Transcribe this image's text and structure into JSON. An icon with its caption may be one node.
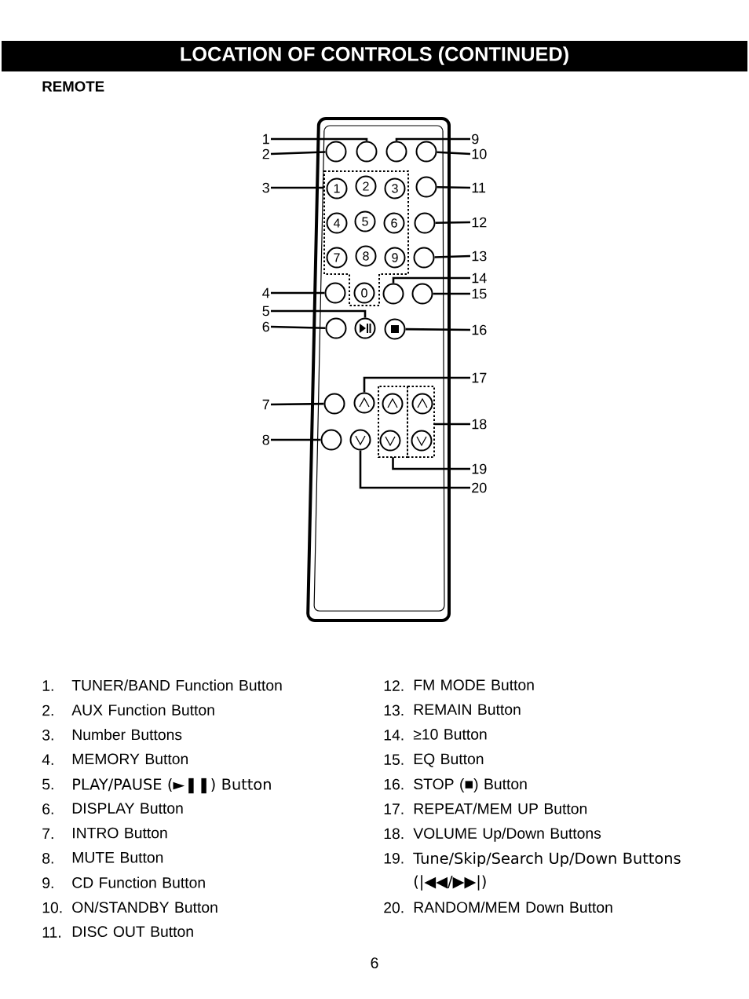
{
  "diagram": {
    "title": "LOCATION OF CONTROLS (CONTINUED)",
    "nodes": [
      {
        "text": [
          "1"
        ]
      },
      {
        "text": [
          "2"
        ]
      },
      {
        "text": [
          "3"
        ]
      },
      {
        "text": [
          "4"
        ]
      },
      {
        "text": [
          "5"
        ]
      },
      {
        "text": [
          "6"
        ]
      },
      {
        "text": [
          "7"
        ]
      },
      {
        "text": [
          "8"
        ]
      },
      {
        "text": [
          "9"
        ]
      },
      {
        "text": [
          "10"
        ]
      },
      {
        "text": [
          "11"
        ]
      },
      {
        "text": [
          "12"
        ]
      },
      {
        "text": [
          "13"
        ]
      },
      {
        "text": [
          "14"
        ]
      },
      {
        "text": [
          "15"
        ]
      },
      {
        "text": [
          "16"
        ]
      },
      {
        "text": [
          "17"
        ]
      },
      {
        "text": [
          "18"
        ]
      },
      {
        "text": [
          "19"
        ]
      },
      {
        "text": [
          "20"
        ]
      },
      {
        "text": [],
        "shape": "circle"
      },
      {
        "text": [],
        "shape": "circle"
      },
      {
        "text": [],
        "shape": "circle"
      },
      {
        "text": [],
        "shape": "circle"
      },
      {
        "text": [],
        "shape": "box"
      },
      {
        "text": [
          "1"
        ],
        "in": 24
      },
      {
        "text": [
          "2"
        ],
        "in": 24
      },
      {
        "text": [
          "3"
        ],
        "in": 24
      },
      {
        "text": [],
        "shape": "circle"
      },
      {
        "text": [
          "4"
        ],
        "in": 24
      },
      {
        "text": [
          "5"
        ],
        "in": 24
      },
      {
        "text": [
          "6"
        ],
        "in": 24
      },
      {
        "text": [],
        "shape": "circle"
      },
      {
        "text": [
          "7"
        ],
        "in": 24
      },
      {
        "text": [
          "8"
        ],
        "in": 24
      },
      {
        "text": [
          "9"
        ],
        "in": 24
      },
      {
        "text": [],
        "shape": "circle"
      },
      {
        "text": [],
        "shape": "circle"
      },
      {
        "text": [
          "0"
        ],
        "in": 24
      },
      {
        "text": [],
        "shape": "circle"
      },
      {
        "text": [],
        "shape": "circle"
      },
      {
        "text": [],
        "shape": "circle"
      },
      {
        "text": [],
        "shape": "circle"
      },
      {
        "text": [],
        "shape": "circle"
      },
      {
        "text": [],
        "shape": "circle"
      },
      {
        "text": [],
        "shape": "circle"
      },
      {
        "text": [],
        "shape": "box"
      },
      {
        "text": [],
        "shape": "box"
      },
      {
        "text": [],
        "shape": "circle",
        "in": 46
      },
      {
        "text": [],
        "shape": "circle",
        "in": 47
      },
      {
        "text": [],
        "shape": "circle"
      },
      {
        "text": [],
        "shape": "circle"
      },
      {
        "text": [],
        "shape": "circle",
        "in": 46
      },
      {
        "text": [],
        "shape": "circle",
        "in": 47
      }
    ],
    "edges": [
      {
        "from": 0,
        "to": 21,
        "arrow": "none"
      },
      {
        "from": 1,
        "to": 20,
        "arrow": "none"
      },
      {
        "from": 2,
        "to": 24,
        "arrow": "none"
      },
      {
        "from": 3,
        "to": 37,
        "arrow": "none"
      },
      {
        "from": 4,
        "to": 42,
        "arrow": "none"
      },
      {
        "from": 5,
        "to": 41,
        "arrow": "none"
      },
      {
        "from": 6,
        "to": 44,
        "arrow": "none"
      },
      {
        "from": 7,
        "to": 50,
        "arrow": "none"
      },
      {
        "from": 8,
        "to": 22,
        "arrow": "none"
      },
      {
        "from": 9,
        "to": 23,
        "arrow": "none"
      },
      {
        "from": 10,
        "to": 28,
        "arrow": "none"
      },
      {
        "from": 11,
        "to": 32,
        "arrow": "none"
      },
      {
        "from": 12,
        "to": 36,
        "arrow": "none"
      },
      {
        "from": 13,
        "to": 39,
        "arrow": "none"
      },
      {
        "from": 14,
        "to": 40,
        "arrow": "none"
      },
      {
        "from": 15,
        "to": 43,
        "arrow": "none"
      },
      {
        "from": 16,
        "to": 45,
        "arrow": "none"
      },
      {
        "from": 17,
        "to": 47,
        "arrow": "none"
      },
      {
        "from": 18,
        "to": 46,
        "arrow": "none"
      },
      {
        "from": 19,
        "to": 51,
        "arrow": "none"
      }
    ],
    "labels": [
      "REMOTE",
      "1.",
      "TUNER/BAND Function Button",
      "2.",
      "AUX Function Button",
      "3.",
      "Number Buttons",
      "4.",
      "MEMORY Button",
      "5.",
      "PLAY/PAUSE (►❚❚) Button",
      "6.",
      "DISPLAY Button",
      "7.",
      "INTRO Button",
      "8.",
      "MUTE Button",
      "9.",
      "CD Function Button",
      "10.",
      "ON/STANDBY Button",
      "11.",
      "DISC OUT Button",
      "12.",
      "FM MODE Button",
      "13.",
      "REMAIN Button",
      "14.",
      "≥10 Button",
      "15.",
      "EQ Button",
      "16.",
      "STOP (■) Button",
      "17.",
      "REPEAT/MEM UP Button",
      "18.",
      "VOLUME Up/Down Buttons",
      "19.",
      "Tune/Skip/Search Up/Down Buttons (|◀◀/▶▶|)",
      "20.",
      "RANDOM/MEM Down Button",
      "6"
    ]
  }
}
